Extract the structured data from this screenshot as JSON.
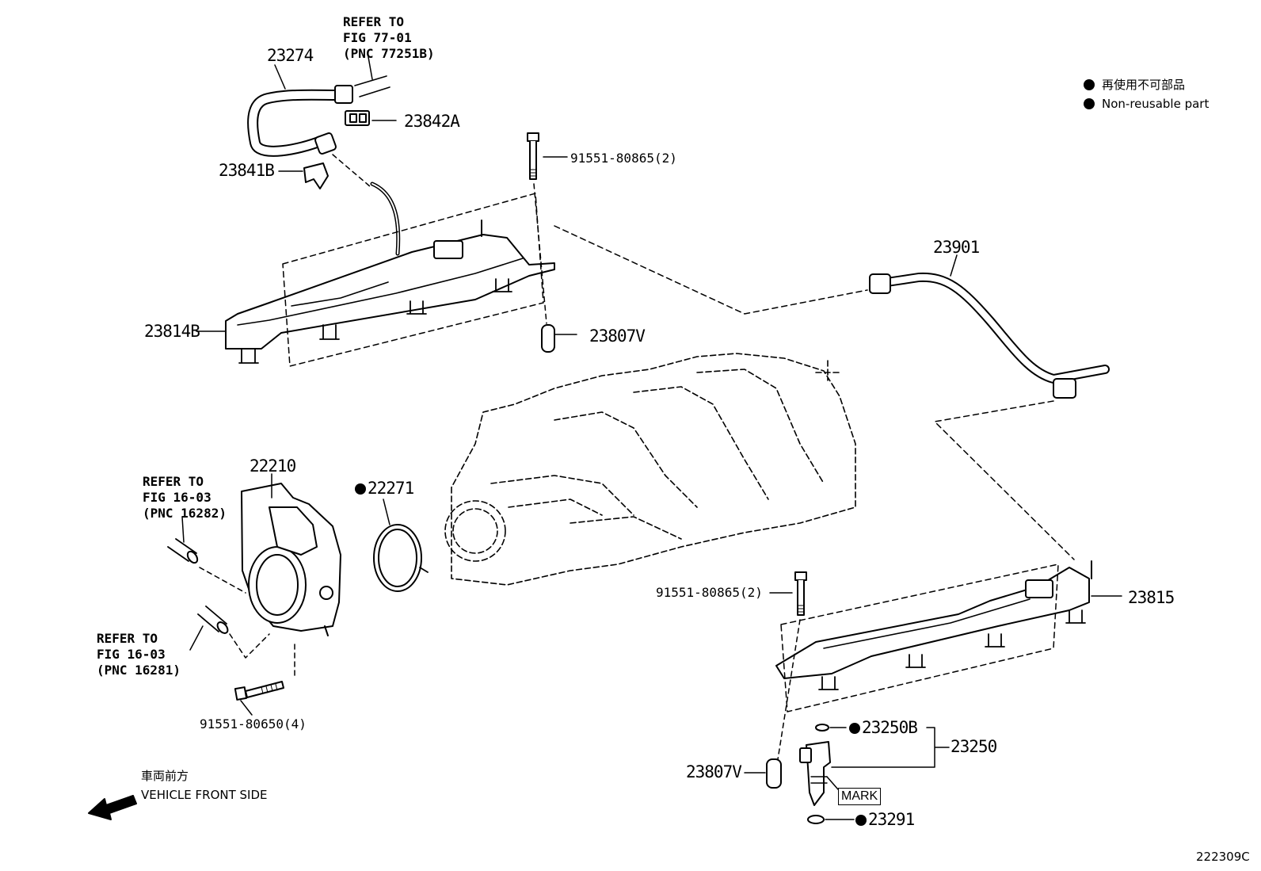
{
  "legend": {
    "items": [
      {
        "symbol": "black-dot",
        "text": "再使用不可部品"
      },
      {
        "symbol": "black-dot",
        "text": "Non-reusable part"
      }
    ]
  },
  "parts": {
    "p23274": "23274",
    "p23842A": "23842A",
    "p23841B": "23841B",
    "p91551_top": "91551-80865(2)",
    "p23814B": "23814B",
    "p23807V_top": "23807V",
    "p23901": "23901",
    "p22210": "22210",
    "p22271": "22271",
    "p91551_mid": "91551-80865(2)",
    "p23815": "23815",
    "p91551_bottom": "91551-80650(4)",
    "p23250B": "23250B",
    "p23250": "23250",
    "p23807V_bottom": "23807V",
    "p23291": "23291",
    "mark": "MARK"
  },
  "refs": {
    "ref1": "REFER TO\nFIG 77-01\n(PNC 77251B)",
    "ref2": "REFER TO\nFIG 16-03\n(PNC 16282)",
    "ref3": "REFER TO\nFIG 16-03\n(PNC 16281)"
  },
  "direction": {
    "jp": "車両前方",
    "en": "VEHICLE FRONT SIDE"
  },
  "figure_code": "222309C",
  "colors": {
    "line": "#000000",
    "background": "#ffffff"
  }
}
